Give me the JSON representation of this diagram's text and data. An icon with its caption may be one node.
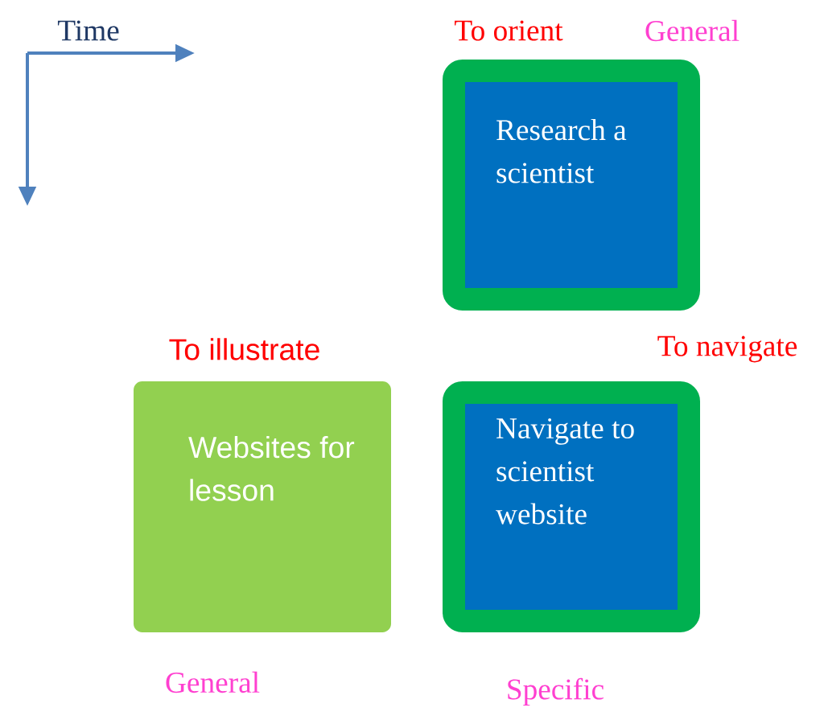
{
  "diagram": {
    "nodes": [
      {
        "text": [
          "Research a scientist"
        ],
        "beside": [
          "To orient",
          "General"
        ]
      },
      {
        "text": [
          "Websites for lesson"
        ],
        "beside": [
          "To illustrate",
          "General"
        ]
      },
      {
        "text": [
          "Navigate to scientist website"
        ],
        "beside": [
          "To navigate",
          "Specific"
        ]
      }
    ],
    "labels": [
      "Time"
    ]
  }
}
